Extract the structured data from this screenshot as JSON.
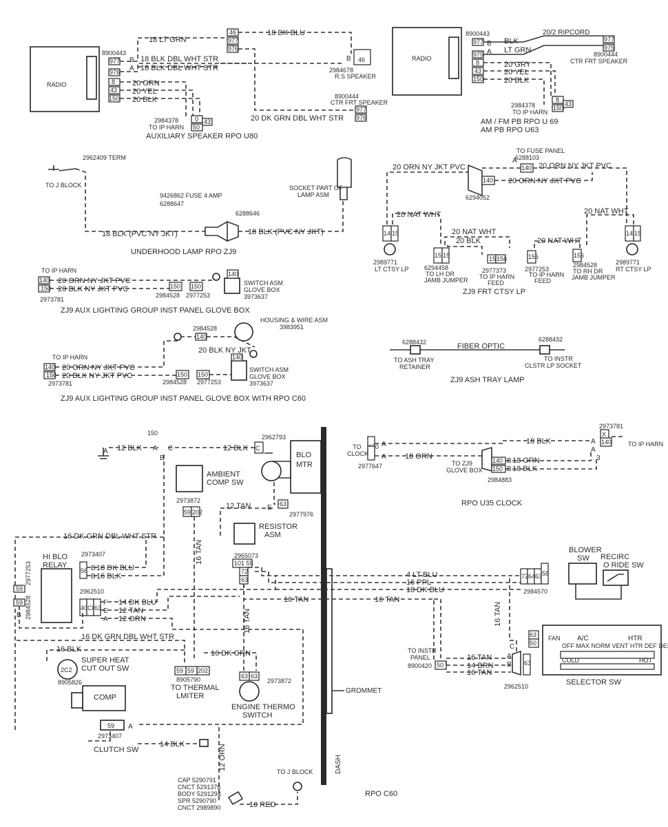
{
  "diagram": {
    "sections": {
      "aux_speaker": "AUXILIARY SPEAKER RPO U80",
      "radio_pb_line1": "AM / FM PB RPO U 69",
      "radio_pb_line2": "AM PB RPO U63",
      "underhood": "UNDERHOOD LAMP RPO ZJ9",
      "frt_ctsy": "ZJ9 FRT CTSY LP",
      "glovebox1": "ZJ9 AUX LIGHTING GROUP INST PANEL GLOVE BOX",
      "glovebox2": "ZJ9 AUX LIGHTING GROUP INST PANEL GLOVE BOX WITH RPO C60",
      "ashtray": "ZJ9 ASH TRAY LAMP",
      "clock": "RPO U35 CLOCK",
      "c60": "RPO C60"
    },
    "components": {
      "radio": "RADIO",
      "blo_mtr_1": "BLO",
      "blo_mtr_2": "MTR",
      "ambient_1": "AMBIENT",
      "ambient_2": "COMP SW",
      "resistor_1": "RESISTOR",
      "resistor_2": "ASM",
      "hi_blo_1": "HI BLO",
      "hi_blo_2": "RELAY",
      "super_heat_1": "SUPER HEAT",
      "super_heat_2": "CUT OUT SW",
      "comp": "COMP",
      "clutch_sw": "CLUTCH SW",
      "engine_thermo_1": "ENGINE THERMO",
      "engine_thermo_2": "SWITCH",
      "thermal_1": "TO THERMAL",
      "thermal_2": "LMITER",
      "blower_sw_1": "BLOWER",
      "blower_sw_2": "SW",
      "recirc_1": "RECIRC",
      "recirc_2": "O RIDE SW",
      "selector_sw": "SELECTOR SW",
      "grommet": "GROMMET",
      "dash": "DASH",
      "sel_fan": "FAN",
      "sel_ac": "A/C",
      "sel_htr": "HTR",
      "sel_modes": "OFF MAX NORM VENT HTR DEF DEICE",
      "sel_cold": "COLD",
      "sel_hot": "HOT",
      "c2": "2C2",
      "c59": "59",
      "rs_speaker": "R.S SPEAKER",
      "ctr_frt_speaker": "CTR FRT SPEAKER",
      "ctr_frt_speaker2": "CTR FRT SPEAKER",
      "term": "2962409 TERM",
      "to_j_block": "TO J BLOCK",
      "to_j_block2": "TO J BLOCK",
      "fuse": "9426862 FUSE 4 AMP",
      "p6288647": "6288647",
      "p6288646": "6288646",
      "socket_1": "SOCKET PART OF",
      "socket_2": "LAMP ASM",
      "to_fuse_panel": "TO FUSE PANEL",
      "p6288103": "6288103",
      "p6294052": "6294052",
      "lt_ctsy": "2989771",
      "lt_ctsy_2": "LT CTSY LP",
      "rt_ctsy": "2989771",
      "rt_ctsy_2": "RT CTSY LP",
      "lh_jamb_1": "6294458",
      "lh_jamb_2": "TO LH DR",
      "lh_jamb_3": "JAMB JUMPER",
      "harn_feed_1": "2977373",
      "harn_feed_2": "TO IP HARN",
      "harn_feed_3": "FEED",
      "harn_feed2_1": "2977253",
      "harn_feed2_2": "TO IP HARN",
      "harn_feed2_3": "FEED",
      "rh_jamb_1": "2984528",
      "rh_jamb_2": "TO RH DR",
      "rh_jamb_3": "JAMB JUMPER",
      "housing_1": "HOUSING & WIRE ASM",
      "housing_2": "3983951",
      "switch_asm_1": "SWITCH ASM",
      "switch_asm_2": "GLOVE BOX",
      "switch_asm_3": "3973637",
      "switch_asm2_1": "SWITCH ASM",
      "switch_asm2_2": "GLOVE BOX",
      "switch_asm2_3": "3973637",
      "fiber_optic": "FIBER OPTIC",
      "ash_left_1": "6288432",
      "ash_left_2": "TO ASH TRAY",
      "ash_left_3": "RETAINER",
      "ash_right_1": "6288432",
      "ash_right_2": "TO INSTR",
      "ash_right_3": "CLSTR LP SOCKET",
      "to_clock_1": "TO",
      "to_clock_2": "CLOCK",
      "to_zj9_1": "TO ZJ9",
      "to_zj9_2": "GLOVE BOX",
      "to_ip_harn_clock": "TO IP HARN",
      "cap_list_1": "CAP 5290791",
      "cap_list_2": "CNCT 5291376",
      "cap_list_3": "BODY 5291294",
      "cap_list_4": "SPR 5290790",
      "cap_list_5": "CNCT 2989890",
      "to_instr_panel_1": "TO INSTR",
      "to_instr_panel_2": "PANEL",
      "to_instr_panel_3": "8900420"
    },
    "part_numbers": {
      "p8900443a": "8900443",
      "p8900443b": "8900443",
      "p2984678": "2984678",
      "p8900444a": "8900444",
      "p8900444b": "8900444",
      "p2984378a": "2984378",
      "p2984378a_sub": "TO IP HARN",
      "p2984378b": "2984378",
      "p2984378b_sub": "TO IP HARN",
      "p2973781a": "2973781",
      "p2973781b": "2973781",
      "p2973781c": "2973781",
      "p2984528a": "2984528",
      "p2977253a": "2977253",
      "p2984528b": "2984528",
      "p2984528c": "2984528",
      "p2977253b": "2977253",
      "p2977647": "2977647",
      "p2984883": "2984883",
      "p2962793": "2962793",
      "p2973872a": "2973872",
      "p2977976": "2977976",
      "p2965073": "2965073",
      "p2973407a": "2973407",
      "p2962510a": "2962510",
      "p2984528d": "2984528",
      "p2977253c": "2977253",
      "p8905826": "8905826",
      "p8905790": "8905790",
      "p2973872b": "2973872",
      "p2973407b": "2973407",
      "p2984570": "2984570",
      "p2962510b": "2962510",
      "p150": "150",
      "to_ip_harn_a": "TO IP HARN",
      "to_ip_harn_b": "TO IP HARN"
    },
    "wires": {
      "w18ltgrn": "18 LT GRN",
      "w18dkblu": "18 DK BLU",
      "w18blkdbl1": "18 BLK DBL WHT STR",
      "w18blkdbl2": "18 BLK DBL WHT STR",
      "w20grn": "20 GRN",
      "w20yel": "20 YEL",
      "w20blk": "20 BLK",
      "w20dkgrn": "20 DK GRN DBL WHT STR",
      "w20ripcord": "20/2 RIPCORD",
      "wblk": "BLK",
      "wltgrn": "LT GRN",
      "w20gry": "20 GRY",
      "w20yel2": "20 YEL",
      "w20blk2": "20 BLK",
      "w18blkpvc1": "18 BLK (PVC NY JKT)",
      "w18blkpvc2": "18 BLK (PVC NY JKT)",
      "w20orn1": "20 ORN NY JKT PVC",
      "w20orn2": "20 ORN NY JKT PVC",
      "w20orn3": "20 ORN NY JKT PVC",
      "w20natwht1": "20 NAT WHT",
      "w20natwht2": "20 NAT WHT",
      "w20natwht3": "20 NAT WHT",
      "w20natwht4": "20 NAT WHT",
      "w20blk3": "20 BLK",
      "wgb_orn": "20 ORN NY JKT PVC",
      "wgb_blk": "20 BLK NY JKT PVC",
      "wgb2_blk": "20 BLK NY JKT",
      "wgb2_orn": "20 ORN NY JKT PVC",
      "wgb2_blk2": "20 BLK NY JKT PVC",
      "wclk_blk": "18 BLK",
      "wclk_orn": "18 ORN",
      "wclk_orn2": "18 ORN",
      "wclk_blk2": "18 BLK",
      "wc_12blk1": "12 BLK",
      "wc_12blk2": "12 BLK",
      "wc_12tan": "12 TAN",
      "wc_16dkgrn": "16 DK GRN DBL WHT STR",
      "wc_18dkblu": "18 DK BLU",
      "wc_16blk": "16 BLK",
      "wc_16tan_v": "16 TAN",
      "wc_4ltblu": "4 LT BLU",
      "wc_16ppl": "16 PPL",
      "wc_18dkblu2": "18 DK BLU",
      "wc_14dkblu": "14 DK BLU",
      "wc_12tan2": "12 TAN",
      "wc_12orn": "12 ORN",
      "wc_16tan1": "16 TAN",
      "wc_16tan2": "16 TAN",
      "wc_16dkgrn2": "16 DK GRN DBL WHT STR",
      "wc_16blk2": "16 BLK",
      "wc_16dkgrn3": "16 DK GRN",
      "wc_16tan3": "16 TAN",
      "wc_16tan4": "16 TAN",
      "wc_14brn": "14 BRN",
      "wc_16tan5": "16 TAN",
      "wc_16tan6": "16 TAN",
      "wc_14blk": "14 BLK",
      "wc_12orn2": "12 ORN",
      "wc_10red": "10 RED"
    }
  }
}
